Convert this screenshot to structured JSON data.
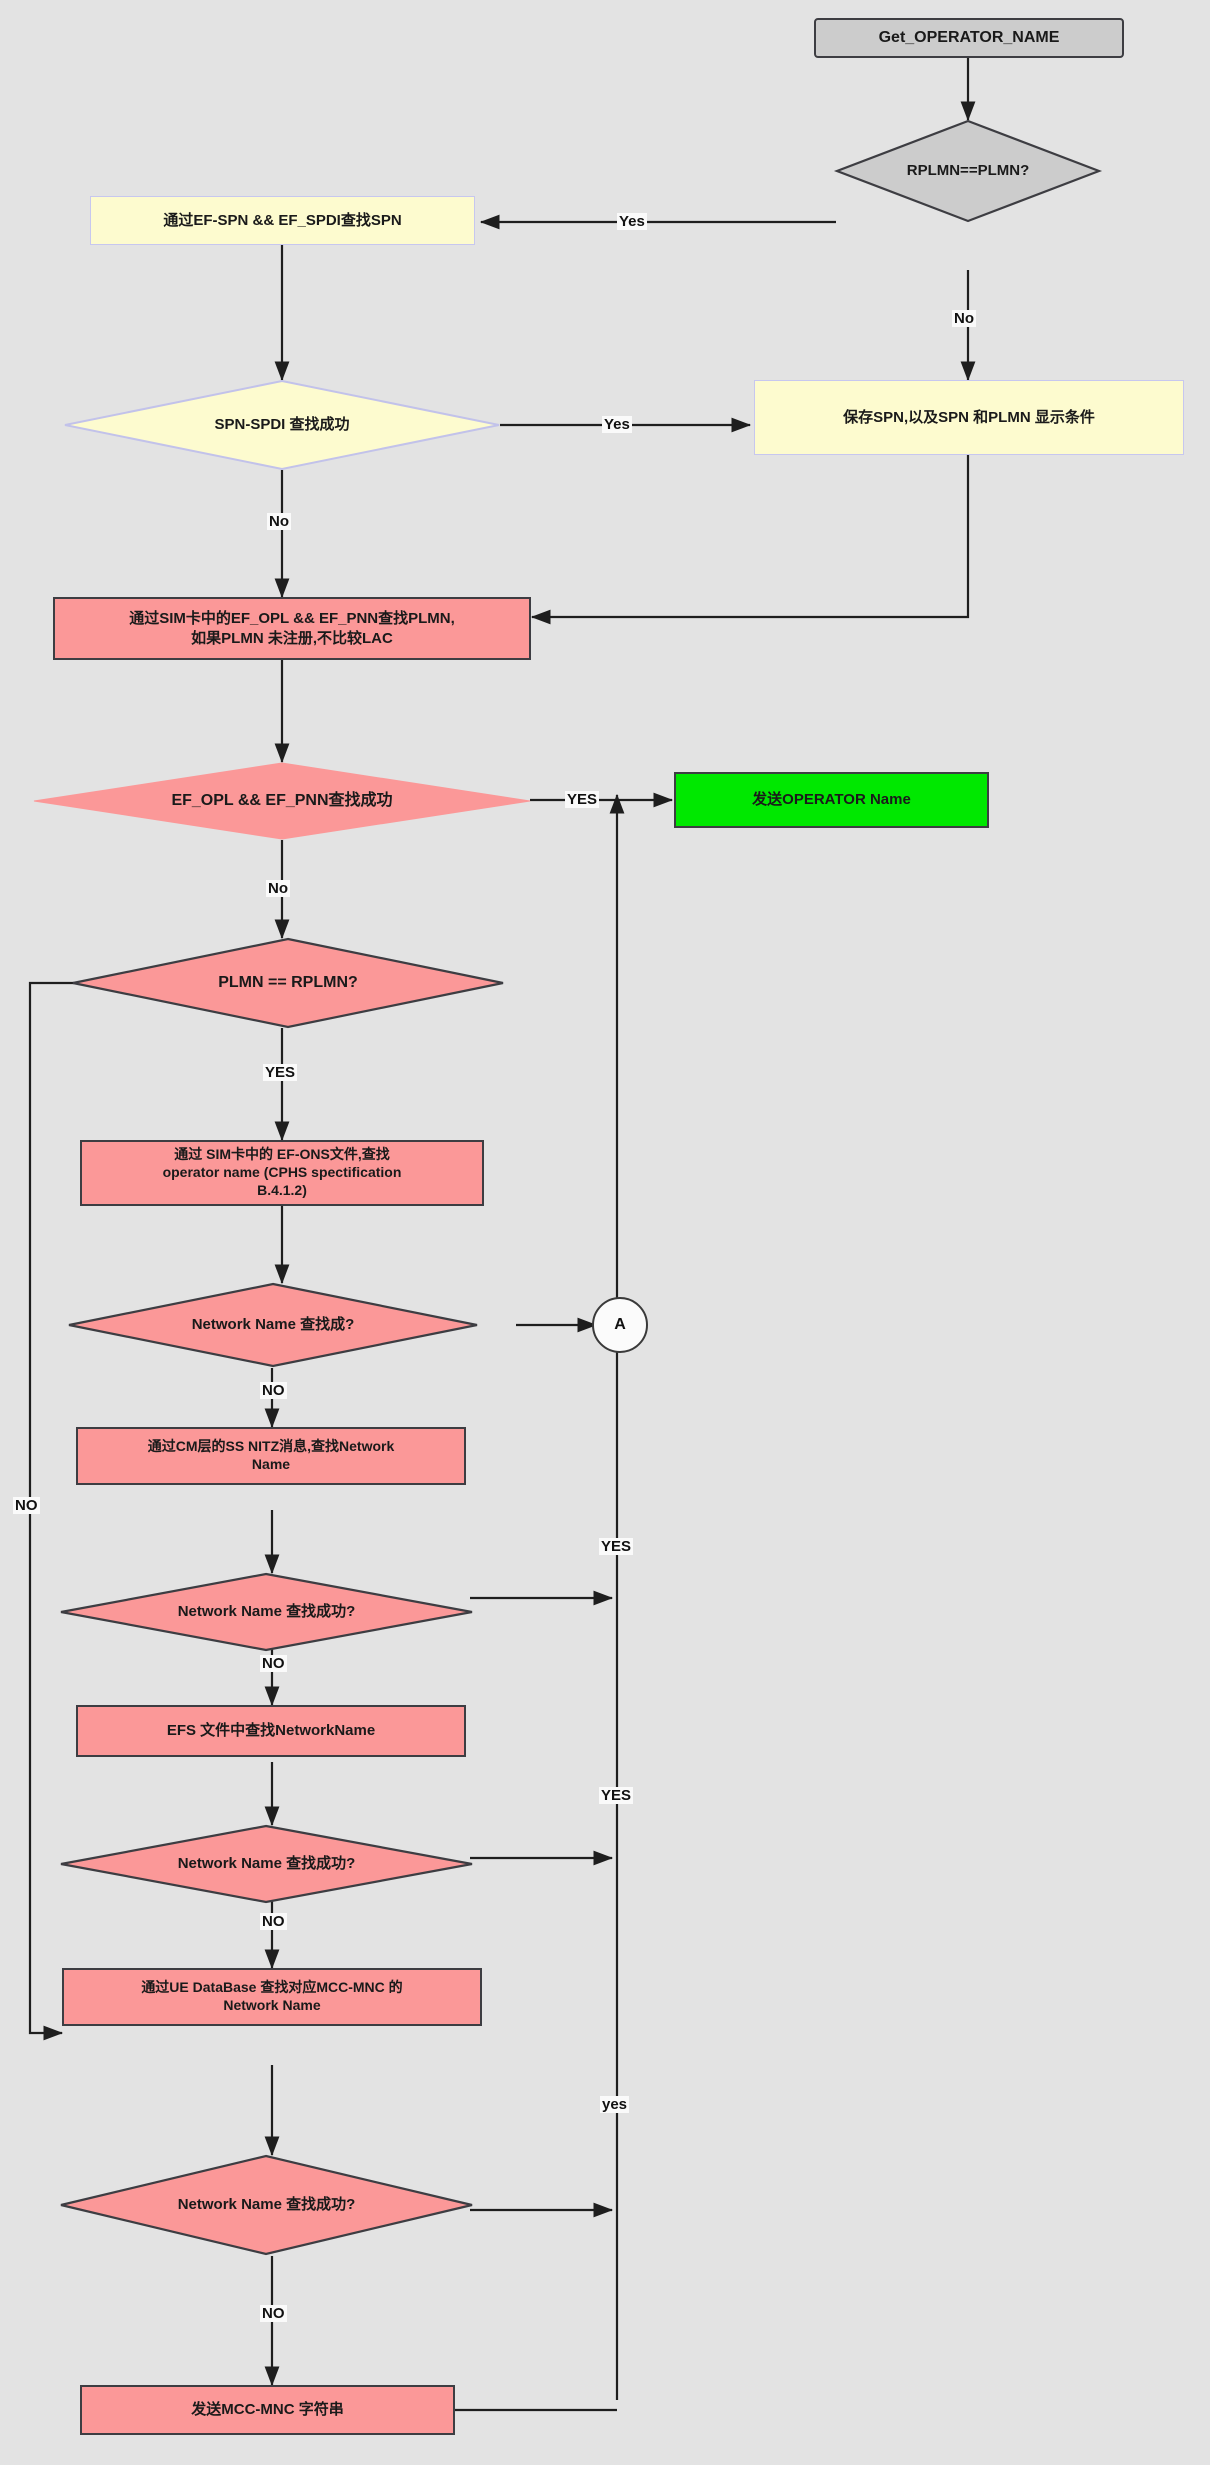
{
  "diagram": {
    "title": "Get_OPERATOR_NAME flowchart",
    "background_color": "#e3e3e3",
    "colors": {
      "start_fill": "#cccccc",
      "decision_gray_fill": "#cccccc",
      "yellow_fill": "#fdfbcf",
      "red_fill": "#fb9898",
      "green_fill": "#00e800",
      "stroke": "#3d3d42",
      "label_bg": "#fafafa"
    }
  },
  "nodes": {
    "start": {
      "label": "Get_OPERATOR_NAME",
      "shape": "rect",
      "fill": "gray"
    },
    "d_rplmn_eq_plmn": {
      "label": "RPLMN==PLMN?",
      "shape": "diamond",
      "fill": "gray"
    },
    "p_spn_lookup": {
      "label": "通过EF-SPN && EF_SPDI查找SPN",
      "shape": "rect",
      "fill": "yellow"
    },
    "d_spn_spdi_ok": {
      "label": "SPN-SPDI 查找成功",
      "shape": "diamond",
      "fill": "yellow"
    },
    "p_save_spn": {
      "label": "保存SPN,以及SPN 和PLMN 显示条件",
      "shape": "rect",
      "fill": "yellow"
    },
    "p_opl_pnn_lookup": {
      "label": "通过SIM卡中的EF_OPL && EF_PNN查找PLMN,\n如果PLMN 未注册,不比较LAC",
      "shape": "rect",
      "fill": "red"
    },
    "d_opl_pnn_ok": {
      "label": "EF_OPL && EF_PNN查找成功",
      "shape": "diamond",
      "fill": "red"
    },
    "p_send_operator_name": {
      "label": "发送OPERATOR   Name",
      "shape": "rect",
      "fill": "green"
    },
    "d_plmn_eq_rplmn": {
      "label": "PLMN == RPLMN?",
      "shape": "diamond",
      "fill": "red"
    },
    "p_ef_ons": {
      "label": "通过 SIM卡中的 EF-ONS文件,查找\noperator name  (CPHS spectification\nB.4.1.2)",
      "shape": "rect",
      "fill": "red"
    },
    "d_nn_ok_1": {
      "label": "Network Name 查找成?",
      "shape": "diamond",
      "fill": "red"
    },
    "conn_a": {
      "label": "A",
      "shape": "circle"
    },
    "p_cm_nitz": {
      "label": "通过CM层的SS   NITZ消息,查找Network\nName",
      "shape": "rect",
      "fill": "red"
    },
    "d_nn_ok_2": {
      "label": "Network Name 查找成功?",
      "shape": "diamond",
      "fill": "red"
    },
    "p_efs_file": {
      "label": "EFS 文件中查找NetworkName",
      "shape": "rect",
      "fill": "red"
    },
    "d_nn_ok_3": {
      "label": "Network Name 查找成功?",
      "shape": "diamond",
      "fill": "red"
    },
    "p_ue_database": {
      "label": "通过UE DataBase 查找对应MCC-MNC 的\nNetwork Name",
      "shape": "rect",
      "fill": "red"
    },
    "d_nn_ok_4": {
      "label": "Network Name 查找成功?",
      "shape": "diamond",
      "fill": "red"
    },
    "p_send_mcc_mnc": {
      "label": "发送MCC-MNC 字符串",
      "shape": "rect",
      "fill": "red"
    }
  },
  "edge_labels": {
    "yes_rplmn": "Yes",
    "no_rplmn": "No",
    "yes_spn_spdi": "Yes",
    "no_spn_spdi": "No",
    "yes_opl_pnn": "YES",
    "no_opl_pnn": "No",
    "yes_plmn_rplmn": "YES",
    "no_plmn_rplmn": "NO",
    "no_nn1": "NO",
    "yes_nn2": "YES",
    "no_nn2": "NO",
    "yes_nn3": "YES",
    "no_nn3": "NO",
    "yes_nn4": "yes",
    "no_nn4": "NO"
  }
}
